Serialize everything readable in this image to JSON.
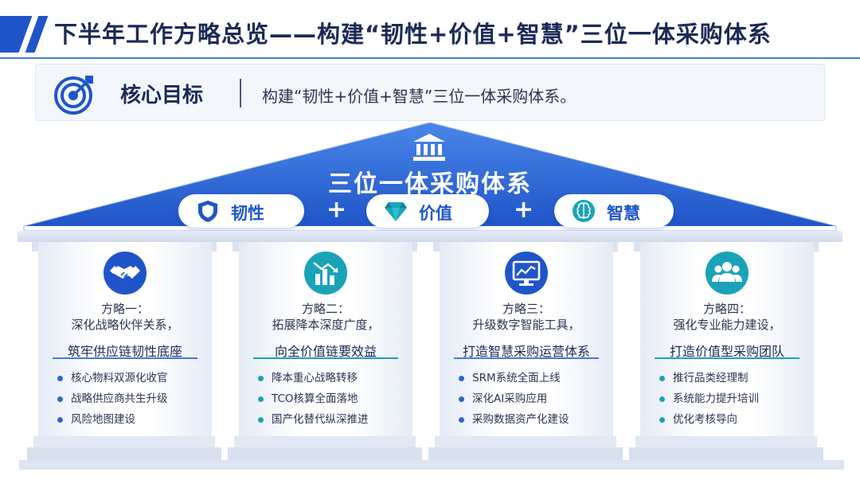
{
  "title": "下半年工作方略总览——构建“韧性+价值+智慧”三位一体采购体系",
  "goal": {
    "label": "核心目标",
    "text": "构建“韧性+价值+智慧”三位一体采购体系。"
  },
  "roof": {
    "title": "三位一体采购体系",
    "pills": [
      {
        "label": "韧性",
        "icon": "shield-icon"
      },
      {
        "label": "价值",
        "icon": "diamond-icon"
      },
      {
        "label": "智慧",
        "icon": "brain-icon"
      }
    ],
    "plus": "+"
  },
  "columns": [
    {
      "icon": "handshake-icon",
      "heading_line1": "方略一：",
      "heading_line2": "深化战略伙伴关系，",
      "focus": "筑牢供应链韧性底座",
      "items": [
        "核心物料双源化收官",
        "战略供应商共生升级",
        "风险地图建设"
      ]
    },
    {
      "icon": "bar-chart-icon",
      "heading_line1": "方略二：",
      "heading_line2": "拓展降本深度广度，",
      "focus": "向全价值链要效益",
      "items": [
        "降本重心战略转移",
        "TCO核算全面落地",
        "国产化替代纵深推进"
      ]
    },
    {
      "icon": "monitor-chart-icon",
      "heading_line1": "方略三：",
      "heading_line2": "升级数字智能工具，",
      "focus": "打造智慧采购运营体系",
      "items": [
        "SRM系统全面上线",
        "深化AI采购应用",
        "采购数据资产化建设"
      ]
    },
    {
      "icon": "team-icon",
      "heading_line1": "方略四：",
      "heading_line2": "强化专业能力建设，",
      "focus": "打造价值型采购团队",
      "items": [
        "推行品类经理制",
        "系统能力提升培训",
        "优化考核导向"
      ]
    }
  ],
  "colors": {
    "primary": "#1f55c8",
    "teal": "#1aa3b8",
    "dark_text": "#1b2a55",
    "dot_blue": "#2f66d0",
    "dot_teal": "#1aa3b8"
  }
}
